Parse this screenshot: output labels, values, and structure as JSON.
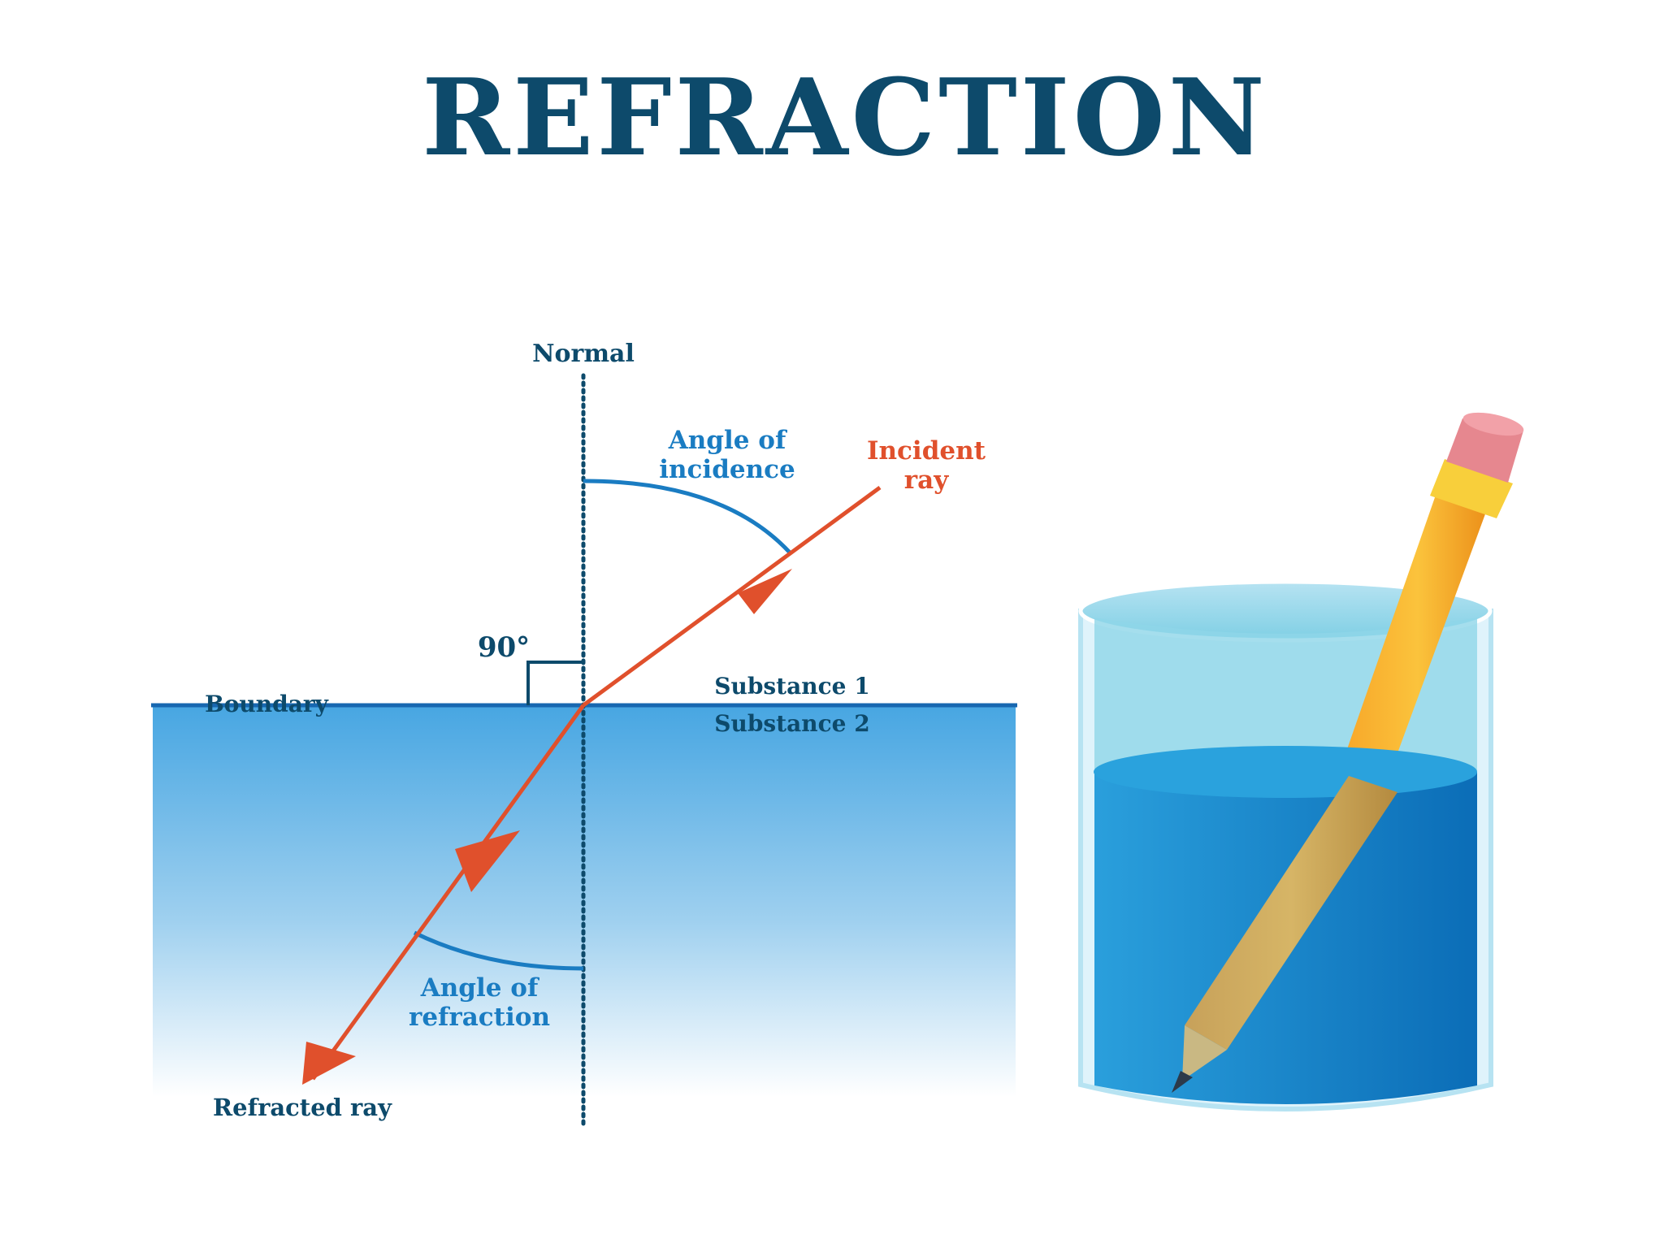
{
  "title": "REFRACTION",
  "labels": {
    "normal": "Normal",
    "angle_of_incidence_line1": "Angle of",
    "angle_of_incidence_line2": "incidence",
    "incident_ray_line1": "Incident",
    "incident_ray_line2": "ray",
    "right_angle": "90°",
    "boundary": "Boundary",
    "substance_1": "Substance 1",
    "substance_2": "Substance 2",
    "angle_of_refraction_line1": "Angle of",
    "angle_of_refraction_line2": "refraction",
    "refracted_ray": "Refracted ray"
  },
  "colors": {
    "title": "#0d4a6b",
    "label_dark": "#0d4a6b",
    "label_blue": "#1a7cc2",
    "ray": "#e0502c",
    "boundary_line": "#1767b0",
    "water_top": "#4aa8e0",
    "normal_line": "#0d4a6b",
    "arc": "#1a7cc2"
  }
}
